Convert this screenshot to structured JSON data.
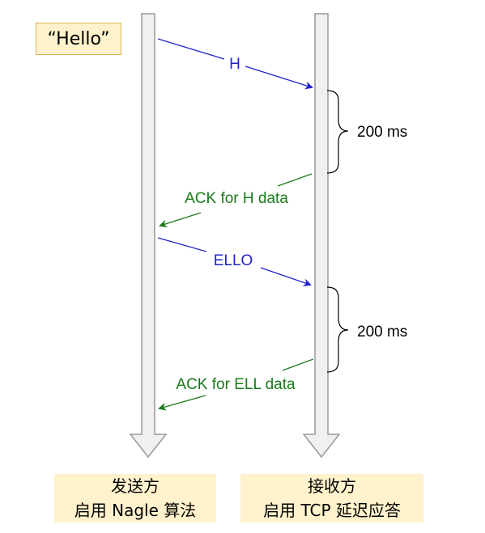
{
  "message": {
    "text": "“Hello”"
  },
  "segments": [
    {
      "text": "H",
      "color": "#2222cc"
    },
    {
      "text": "ACK for H data",
      "color": "#1a7a1a"
    },
    {
      "text": "ELLO",
      "color": "#2222cc"
    },
    {
      "text": "ACK for ELL data",
      "color": "#1a7a1a"
    }
  ],
  "delays": [
    {
      "text": "200 ms"
    },
    {
      "text": "200 ms"
    }
  ],
  "sender": {
    "line1": "发送方",
    "line2": "启用 Nagle 算法"
  },
  "receiver": {
    "line1": "接收方",
    "line2": "启用 TCP 延迟应答"
  },
  "colors": {
    "data": "#2222cc",
    "ack": "#1a7a1a",
    "timeline_fill": "#f0f0f0",
    "timeline_stroke": "#999999",
    "label_bg": "#fff2cc"
  }
}
